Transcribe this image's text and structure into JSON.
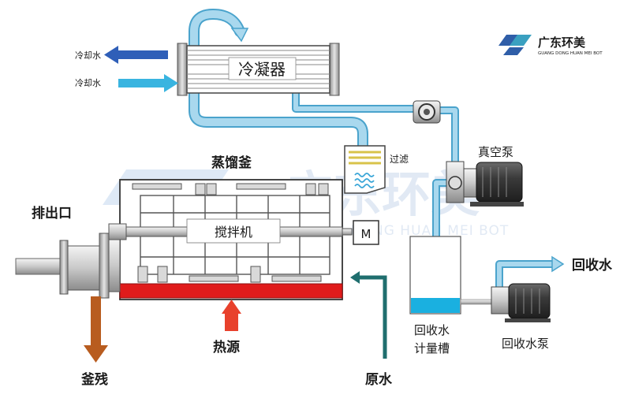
{
  "brand": {
    "name": "广东环美",
    "subtitle": "GUANG DONG HUAN MEI BOT",
    "watermark_name": "广东环美",
    "watermark_subtitle": "GUANG DONG HUAN MEI BOT",
    "colors": {
      "blue": "#2f5ea8",
      "teal": "#3aa0c0"
    }
  },
  "labels": {
    "cooling_water_out": "冷却水",
    "cooling_water_in": "冷却水",
    "condenser": "冷凝器",
    "filter": "过滤",
    "still": "蒸馏釜",
    "discharge": "排出口",
    "agitator": "搅拌机",
    "motor": "M",
    "vacuum_pump": "真空泵",
    "recovery_tank_line1": "回收水",
    "recovery_tank_line2": "计量槽",
    "recovery_water": "回收水",
    "recovery_pump": "回收水泵",
    "heat_source": "热源",
    "residue": "釜残",
    "raw_water": "原水"
  },
  "colors": {
    "pipe": "#a9d8ee",
    "pipe_edge": "#4aa3cc",
    "heater": "#e01b1b",
    "heat_arrow": "#e8412c",
    "residue_arrow": "#b85c1f",
    "raw_water_pipe": "#1f6e6e",
    "cool_out_arrow": "#2f5fb8",
    "cool_in_arrow": "#39b4e0",
    "tank_water": "#1ab0e0"
  },
  "icons": [
    "water-wave-icon",
    "arrow-right-icon",
    "arrow-down-icon",
    "arrow-up-icon"
  ]
}
